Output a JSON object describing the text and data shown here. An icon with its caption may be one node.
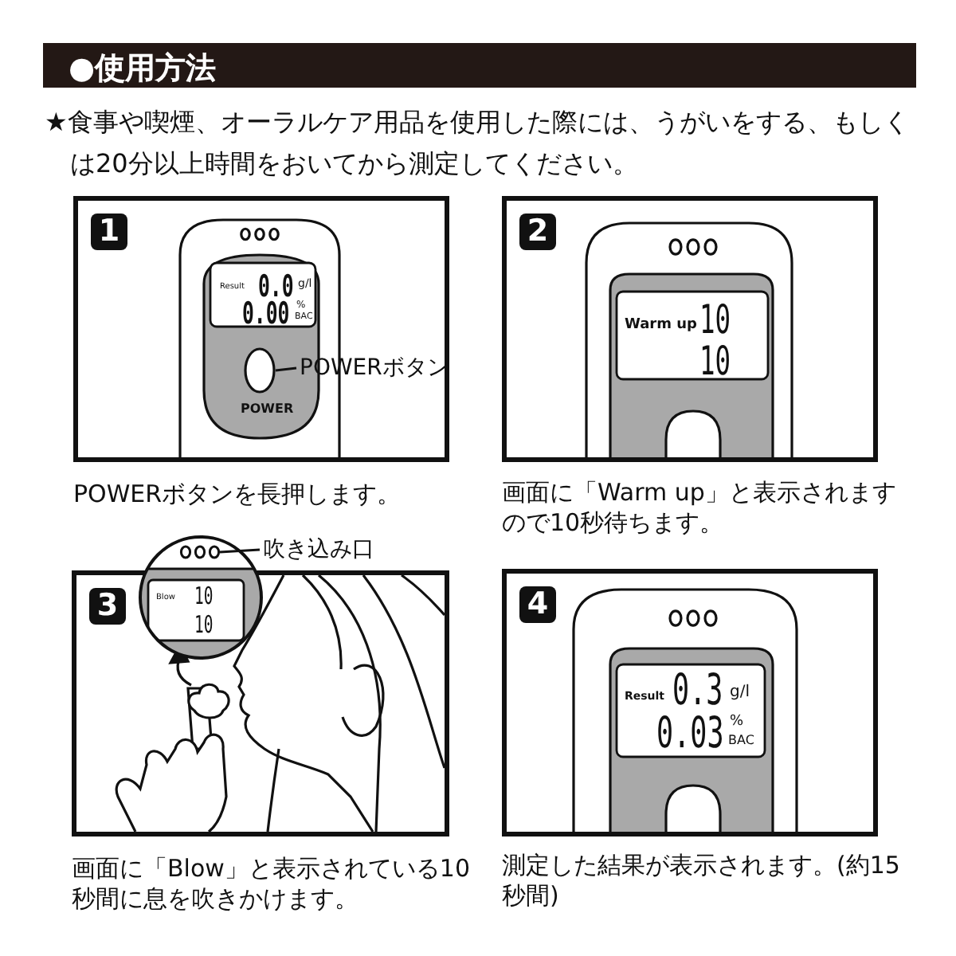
{
  "diagram": {
    "title": "●使用方法",
    "nodes": [
      {
        "text": [
          "1"
        ],
        "beside": [
          "POWERボタンを長押します。"
        ]
      },
      {
        "text": [
          "POWERボタン"
        ],
        "in": 0
      },
      {
        "text": [],
        "shape": "circle",
        "in": 0
      },
      {
        "text": [
          "2"
        ],
        "beside": [
          "画面に「Warm up」と表示されますので10秒待ちます。"
        ]
      },
      {
        "text": [
          "3"
        ],
        "beside": [
          "画面に「Blow」と表示されている10秒間に息を吹きかけます。"
        ]
      },
      {
        "text": [
          "吹き込み口"
        ]
      },
      {
        "text": [],
        "shape": "picture"
      },
      {
        "text": [
          "4"
        ],
        "beside": [
          "測定した結果が表示されます。(約15秒間)"
        ]
      }
    ],
    "edges": [
      {
        "from": 1,
        "to": 2,
        "arrow": "none"
      },
      {
        "from": 5,
        "to": 6,
        "arrow": "none"
      }
    ],
    "labels": [
      "★食事や喫煙、オーラルケア用品を使用した際には、うがいをする、もしくは20分以上時間をおいてから測定してください。",
      "Result",
      "0.0",
      "g/l",
      "0.00",
      "%",
      "BAC",
      "POWER",
      "Warm up",
      "10",
      "10",
      "Blow",
      "10",
      "10",
      "Result",
      "0.3",
      "g/l",
      "0.03",
      "%",
      "BAC"
    ]
  }
}
